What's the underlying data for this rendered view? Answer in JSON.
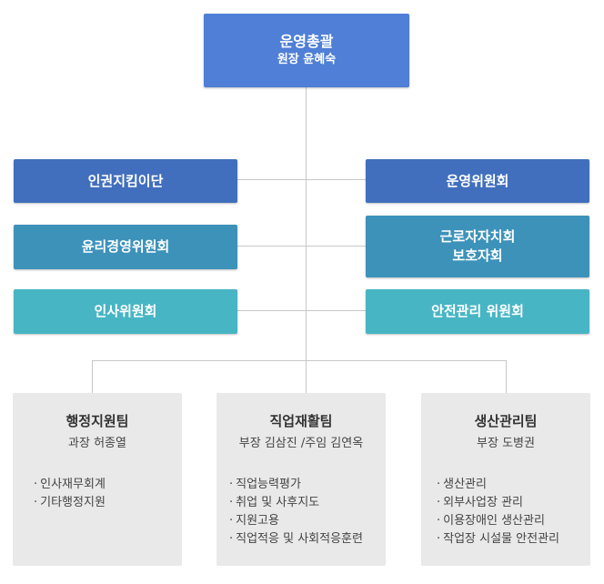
{
  "colors": {
    "top": "#4f7fd6",
    "row1": "#416fbd",
    "row2": "#3d92ba",
    "row3": "#47b5c4",
    "team_bg": "#e9e9e9",
    "line": "#c8c8c8"
  },
  "top": {
    "title": "운영총괄",
    "subtitle": "원장 윤혜숙"
  },
  "left": [
    {
      "label": "인권지킴이단"
    },
    {
      "label": "윤리경영위원회"
    },
    {
      "label": "인사위원회"
    }
  ],
  "right": [
    {
      "label": "운영위원회"
    },
    {
      "label": "근로자자치회",
      "label2": "보호자회"
    },
    {
      "label": "안전관리 위원회"
    }
  ],
  "teams": [
    {
      "title": "행정지원팀",
      "subtitle": "과장 허종열",
      "items": [
        "인사재무회계",
        "기타행정지원"
      ]
    },
    {
      "title": "직업재활팀",
      "subtitle": "부장 김삼진 /주임 김연옥",
      "items": [
        "직업능력평가",
        "취업 및 사후지도",
        "지원고용",
        "직업적응 및 사회적응훈련"
      ]
    },
    {
      "title": "생산관리팀",
      "subtitle": "부장 도병권",
      "items": [
        "생산관리",
        "외부사업장 관리",
        "이용장애인 생산관리",
        "작업장 시설물 안전관리"
      ]
    }
  ]
}
